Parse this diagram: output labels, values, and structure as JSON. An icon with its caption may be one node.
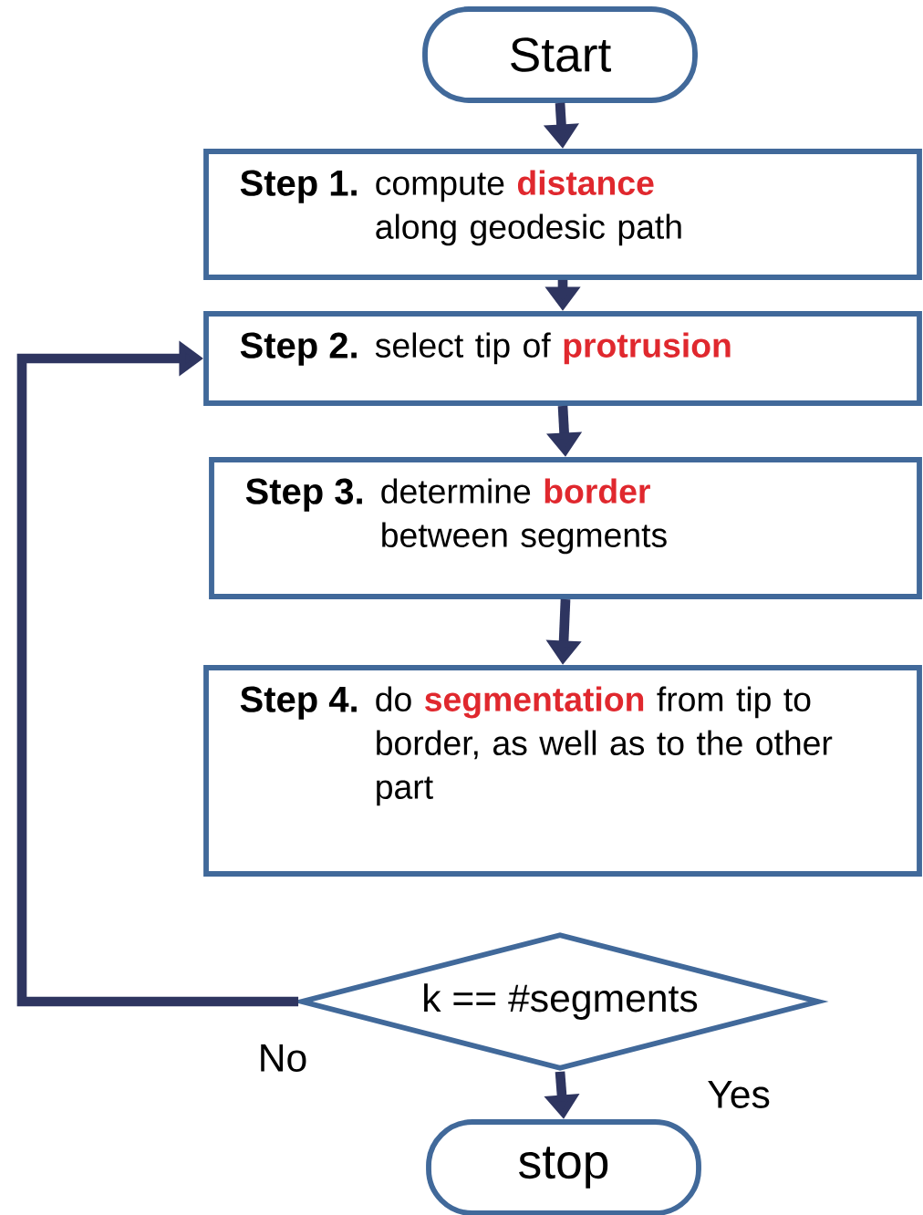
{
  "diagram": {
    "nodes": [
      {
        "text": [
          "Start"
        ]
      },
      {
        "text": [
          "Step 1.",
          "compute **distance** along geodesic path"
        ]
      },
      {
        "text": [
          "Step 2.",
          "select tip of **protrusion**"
        ]
      },
      {
        "text": [
          "Step 3.",
          "determine **border** between segments"
        ]
      },
      {
        "text": [
          "Step 4.",
          "do **segmentation** from tip to border, as well as to the other part"
        ]
      },
      {
        "text": [
          "k == #segments"
        ]
      },
      {
        "text": [
          "stop"
        ]
      }
    ],
    "edges": [
      {
        "from": 0,
        "to": 1,
        "arrow": "to"
      },
      {
        "from": 1,
        "to": 2,
        "arrow": "to"
      },
      {
        "from": 2,
        "to": 3,
        "arrow": "to"
      },
      {
        "from": 3,
        "to": 4,
        "arrow": "to"
      },
      {
        "from": 5,
        "to": 2,
        "arrow": "to",
        "label": "No"
      },
      {
        "from": 5,
        "to": 6,
        "arrow": "to",
        "label": "Yes"
      }
    ]
  }
}
